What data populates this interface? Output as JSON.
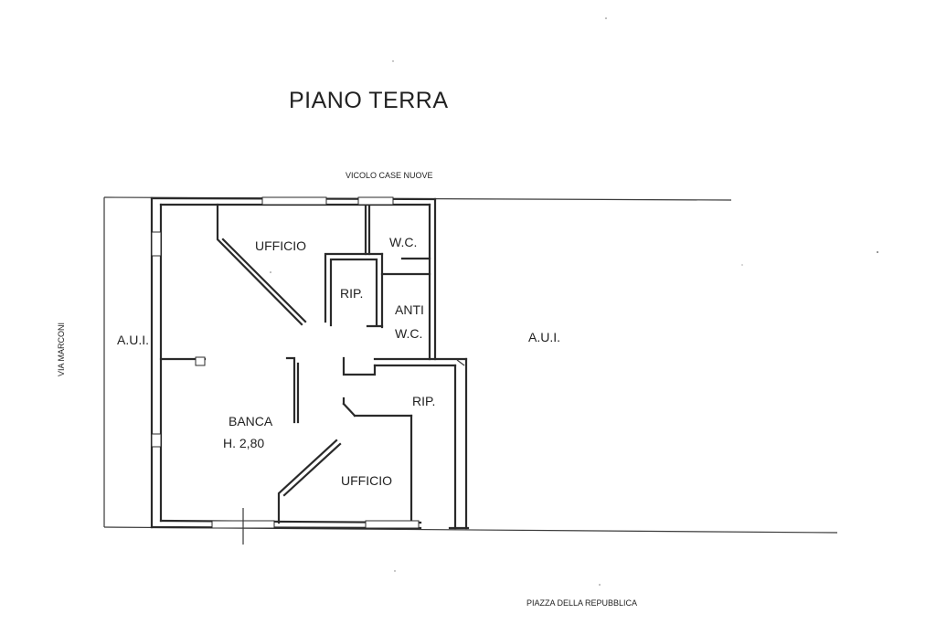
{
  "title": "PIANO TERRA",
  "streets": {
    "top": "VICOLO CASE NUOVE",
    "left": "VIA MARCONI",
    "bottom": "PIAZZA DELLA REPUBBLICA"
  },
  "rooms": {
    "ufficio_top": "UFFICIO",
    "wc": "W.C.",
    "rip_small": "RIP.",
    "anti_line1": "ANTI",
    "anti_line2": "W.C.",
    "aui_left": "A.U.I.",
    "aui_right": "A.U.I.",
    "banca": "BANCA",
    "height": "H. 2,80",
    "rip_right": "RIP.",
    "ufficio_bottom": "UFFICIO"
  }
}
